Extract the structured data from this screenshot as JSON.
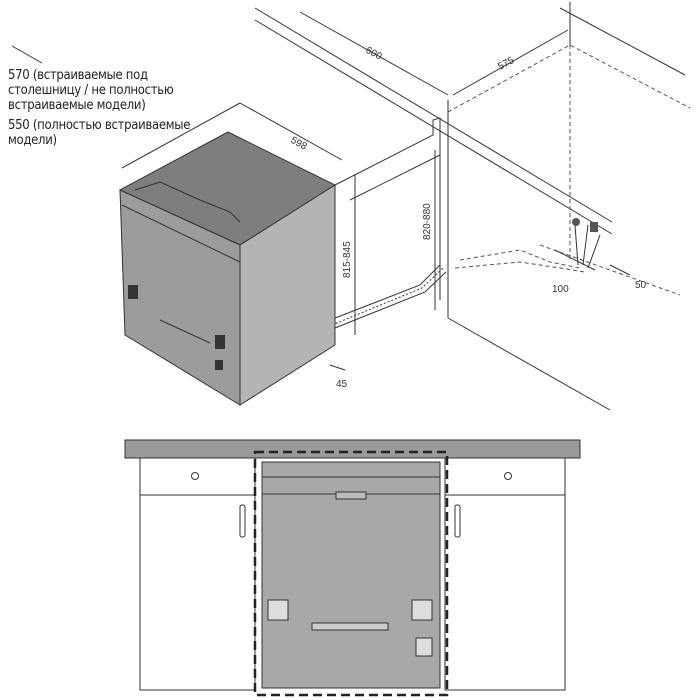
{
  "notes": {
    "depth_570": "570 (встраиваемые под столешницу /  не полностью встраиваемые  модели)",
    "depth_550": "550 (полностью встраиваемые модели)"
  },
  "dimensions": {
    "niche_width": "600",
    "niche_depth": "575",
    "appliance_width": "598",
    "appliance_height": "815-845",
    "niche_height": "820-880",
    "plinth": "45",
    "connection_offset_100": "100",
    "connection_offset_50": "50"
  },
  "colors": {
    "appliance_top": "#7e7e7e",
    "appliance_front": "#9c9c9c",
    "appliance_side": "#b4b4b4",
    "countertop": "#9a9a9a"
  }
}
